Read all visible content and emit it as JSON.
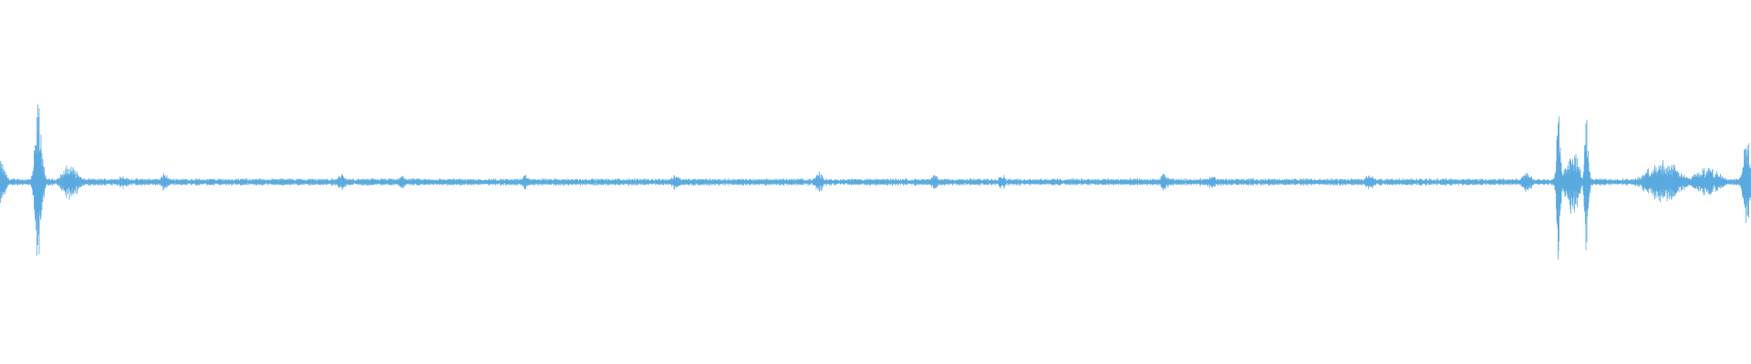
{
  "waveform": {
    "color": "#5aaae0",
    "background": "#ffffff",
    "baseline_amplitude": 0.02,
    "bursts": [
      {
        "pos": 0.0,
        "amp": 0.12,
        "width": 0.004
      },
      {
        "pos": 0.022,
        "amp": 0.46,
        "width": 0.0025
      },
      {
        "pos": 0.04,
        "amp": 0.1,
        "width": 0.006
      },
      {
        "pos": 0.07,
        "amp": 0.04,
        "width": 0.004
      },
      {
        "pos": 0.094,
        "amp": 0.05,
        "width": 0.003
      },
      {
        "pos": 0.195,
        "amp": 0.05,
        "width": 0.003
      },
      {
        "pos": 0.23,
        "amp": 0.04,
        "width": 0.003
      },
      {
        "pos": 0.3,
        "amp": 0.04,
        "width": 0.003
      },
      {
        "pos": 0.386,
        "amp": 0.05,
        "width": 0.003
      },
      {
        "pos": 0.468,
        "amp": 0.06,
        "width": 0.003
      },
      {
        "pos": 0.534,
        "amp": 0.04,
        "width": 0.003
      },
      {
        "pos": 0.572,
        "amp": 0.05,
        "width": 0.003
      },
      {
        "pos": 0.665,
        "amp": 0.05,
        "width": 0.003
      },
      {
        "pos": 0.692,
        "amp": 0.04,
        "width": 0.003
      },
      {
        "pos": 0.782,
        "amp": 0.05,
        "width": 0.003
      },
      {
        "pos": 0.872,
        "amp": 0.06,
        "width": 0.004
      },
      {
        "pos": 0.89,
        "amp": 0.45,
        "width": 0.0015
      },
      {
        "pos": 0.898,
        "amp": 0.18,
        "width": 0.005
      },
      {
        "pos": 0.906,
        "amp": 0.44,
        "width": 0.0015
      },
      {
        "pos": 0.95,
        "amp": 0.12,
        "width": 0.012
      },
      {
        "pos": 0.975,
        "amp": 0.08,
        "width": 0.01
      },
      {
        "pos": 0.998,
        "amp": 0.26,
        "width": 0.003
      }
    ]
  }
}
